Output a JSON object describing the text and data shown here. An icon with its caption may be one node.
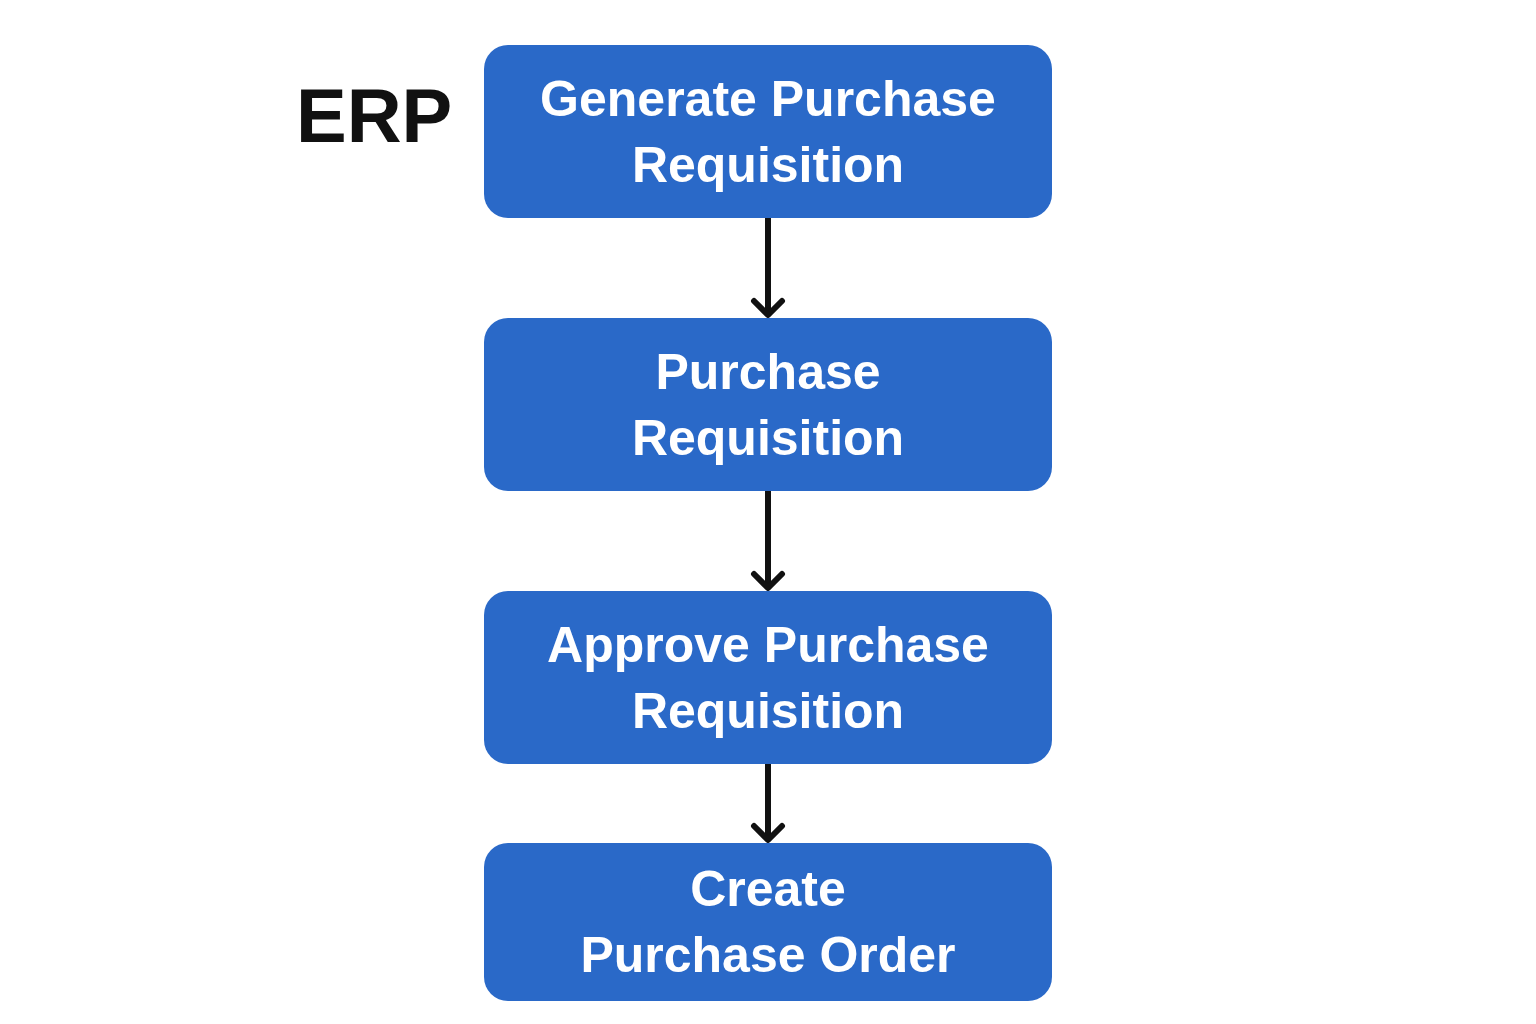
{
  "diagram": {
    "title": "ERP",
    "nodes": [
      {
        "text": [
          "Generate Purchase Requisition"
        ]
      },
      {
        "text": [
          "Purchase Requisition"
        ]
      },
      {
        "text": [
          "Approve Purchase Requisition"
        ]
      },
      {
        "text": [
          "Create Purchase Order"
        ]
      }
    ],
    "edges": [
      {
        "from": 0,
        "to": 1,
        "arrow": "to"
      },
      {
        "from": 1,
        "to": 2,
        "arrow": "to"
      },
      {
        "from": 2,
        "to": 3,
        "arrow": "to"
      }
    ]
  }
}
